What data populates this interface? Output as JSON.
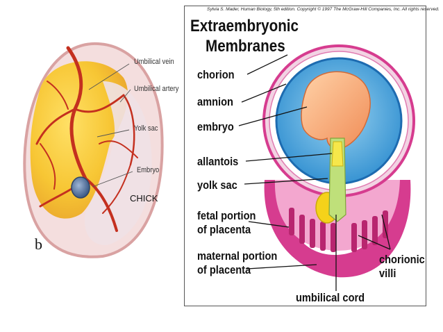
{
  "chick": {
    "labels": {
      "umbilical_vein": "Umbilical vein",
      "umbilical_artery": "Umbilical artery",
      "yolk_sac": "Yolk sac",
      "embryo": "Embryo"
    },
    "caption": "CHICK",
    "figure_letter": "b"
  },
  "membranes": {
    "credit": "Sylvia S. Mader, Human Biology, 5th edition. Copyright © 1997 The McGraw-Hill Companies, Inc. All rights reserved.",
    "title_line1": "Extraembryonic",
    "title_line2": "Membranes",
    "labels": {
      "chorion": "chorion",
      "amnion": "amnion",
      "embryo": "embryo",
      "allantois": "allantois",
      "yolk_sac": "yolk sac",
      "fetal_portion_1": "fetal portion",
      "fetal_portion_2": "of placenta",
      "maternal_portion_1": "maternal portion",
      "maternal_portion_2": "of placenta",
      "chorionic_1": "chorionic",
      "chorionic_2": "villi",
      "umbilical_cord": "umbilical cord"
    }
  }
}
